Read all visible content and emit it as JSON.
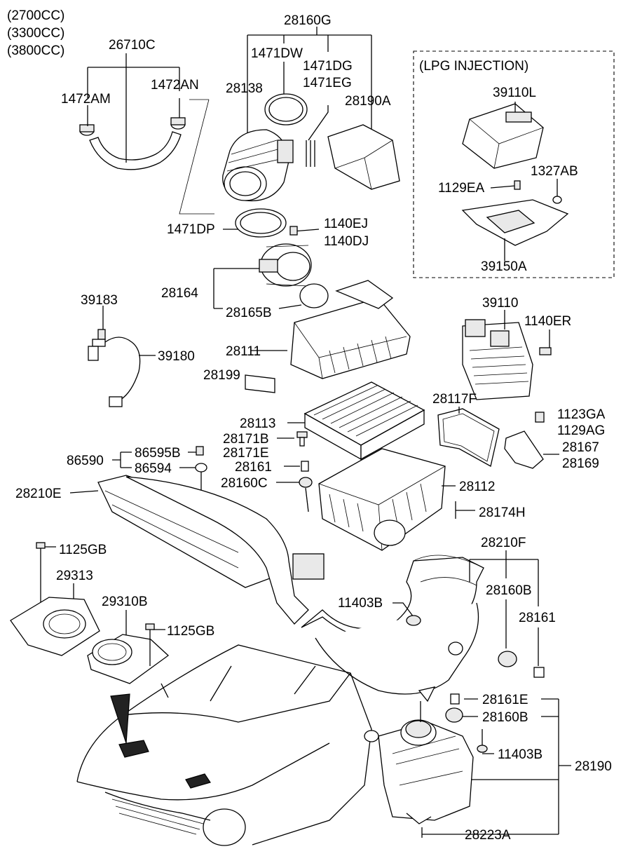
{
  "header": {
    "engine_variants": [
      "(2700CC)",
      "(3300CC)",
      "(3800CC)"
    ],
    "lpg_box_title": "(LPG INJECTION)"
  },
  "labels": {
    "p26710C": "26710C",
    "p1472AM": "1472AM",
    "p1472AN": "1472AN",
    "p28160G": "28160G",
    "p1471DW": "1471DW",
    "p1471DG": "1471DG",
    "p1471EG": "1471EG",
    "p28138": "28138",
    "p28190A": "28190A",
    "p1471DP": "1471DP",
    "p1140EJ": "1140EJ",
    "p1140DJ": "1140DJ",
    "p28164": "28164",
    "p28165B": "28165B",
    "p39183": "39183",
    "p39180": "39180",
    "p28111": "28111",
    "p28199": "28199",
    "p39110L": "39110L",
    "p1129EA": "1129EA",
    "p1327AB": "1327AB",
    "p39150A": "39150A",
    "p39110": "39110",
    "p1140ER": "1140ER",
    "p28117F": "28117F",
    "p28113": "28113",
    "p28171B": "28171B",
    "p28171E": "28171E",
    "p1123GA": "1123GA",
    "p1129AG": "1129AG",
    "p28167": "28167",
    "p28169": "28169",
    "p86590": "86590",
    "p86595B": "86595B",
    "p86594": "86594",
    "p28161_a": "28161",
    "p28160C": "28160C",
    "p28112": "28112",
    "p28210E": "28210E",
    "p28174H": "28174H",
    "p1125GB_a": "1125GB",
    "p28210F": "28210F",
    "p29313": "29313",
    "p28160B_a": "28160B",
    "p29310B": "29310B",
    "p11403B_a": "11403B",
    "p28161_b": "28161",
    "p1125GB_b": "1125GB",
    "p28161E": "28161E",
    "p28160B_b": "28160B",
    "p11403B_b": "11403B",
    "p28190": "28190",
    "p28223A": "28223A"
  }
}
